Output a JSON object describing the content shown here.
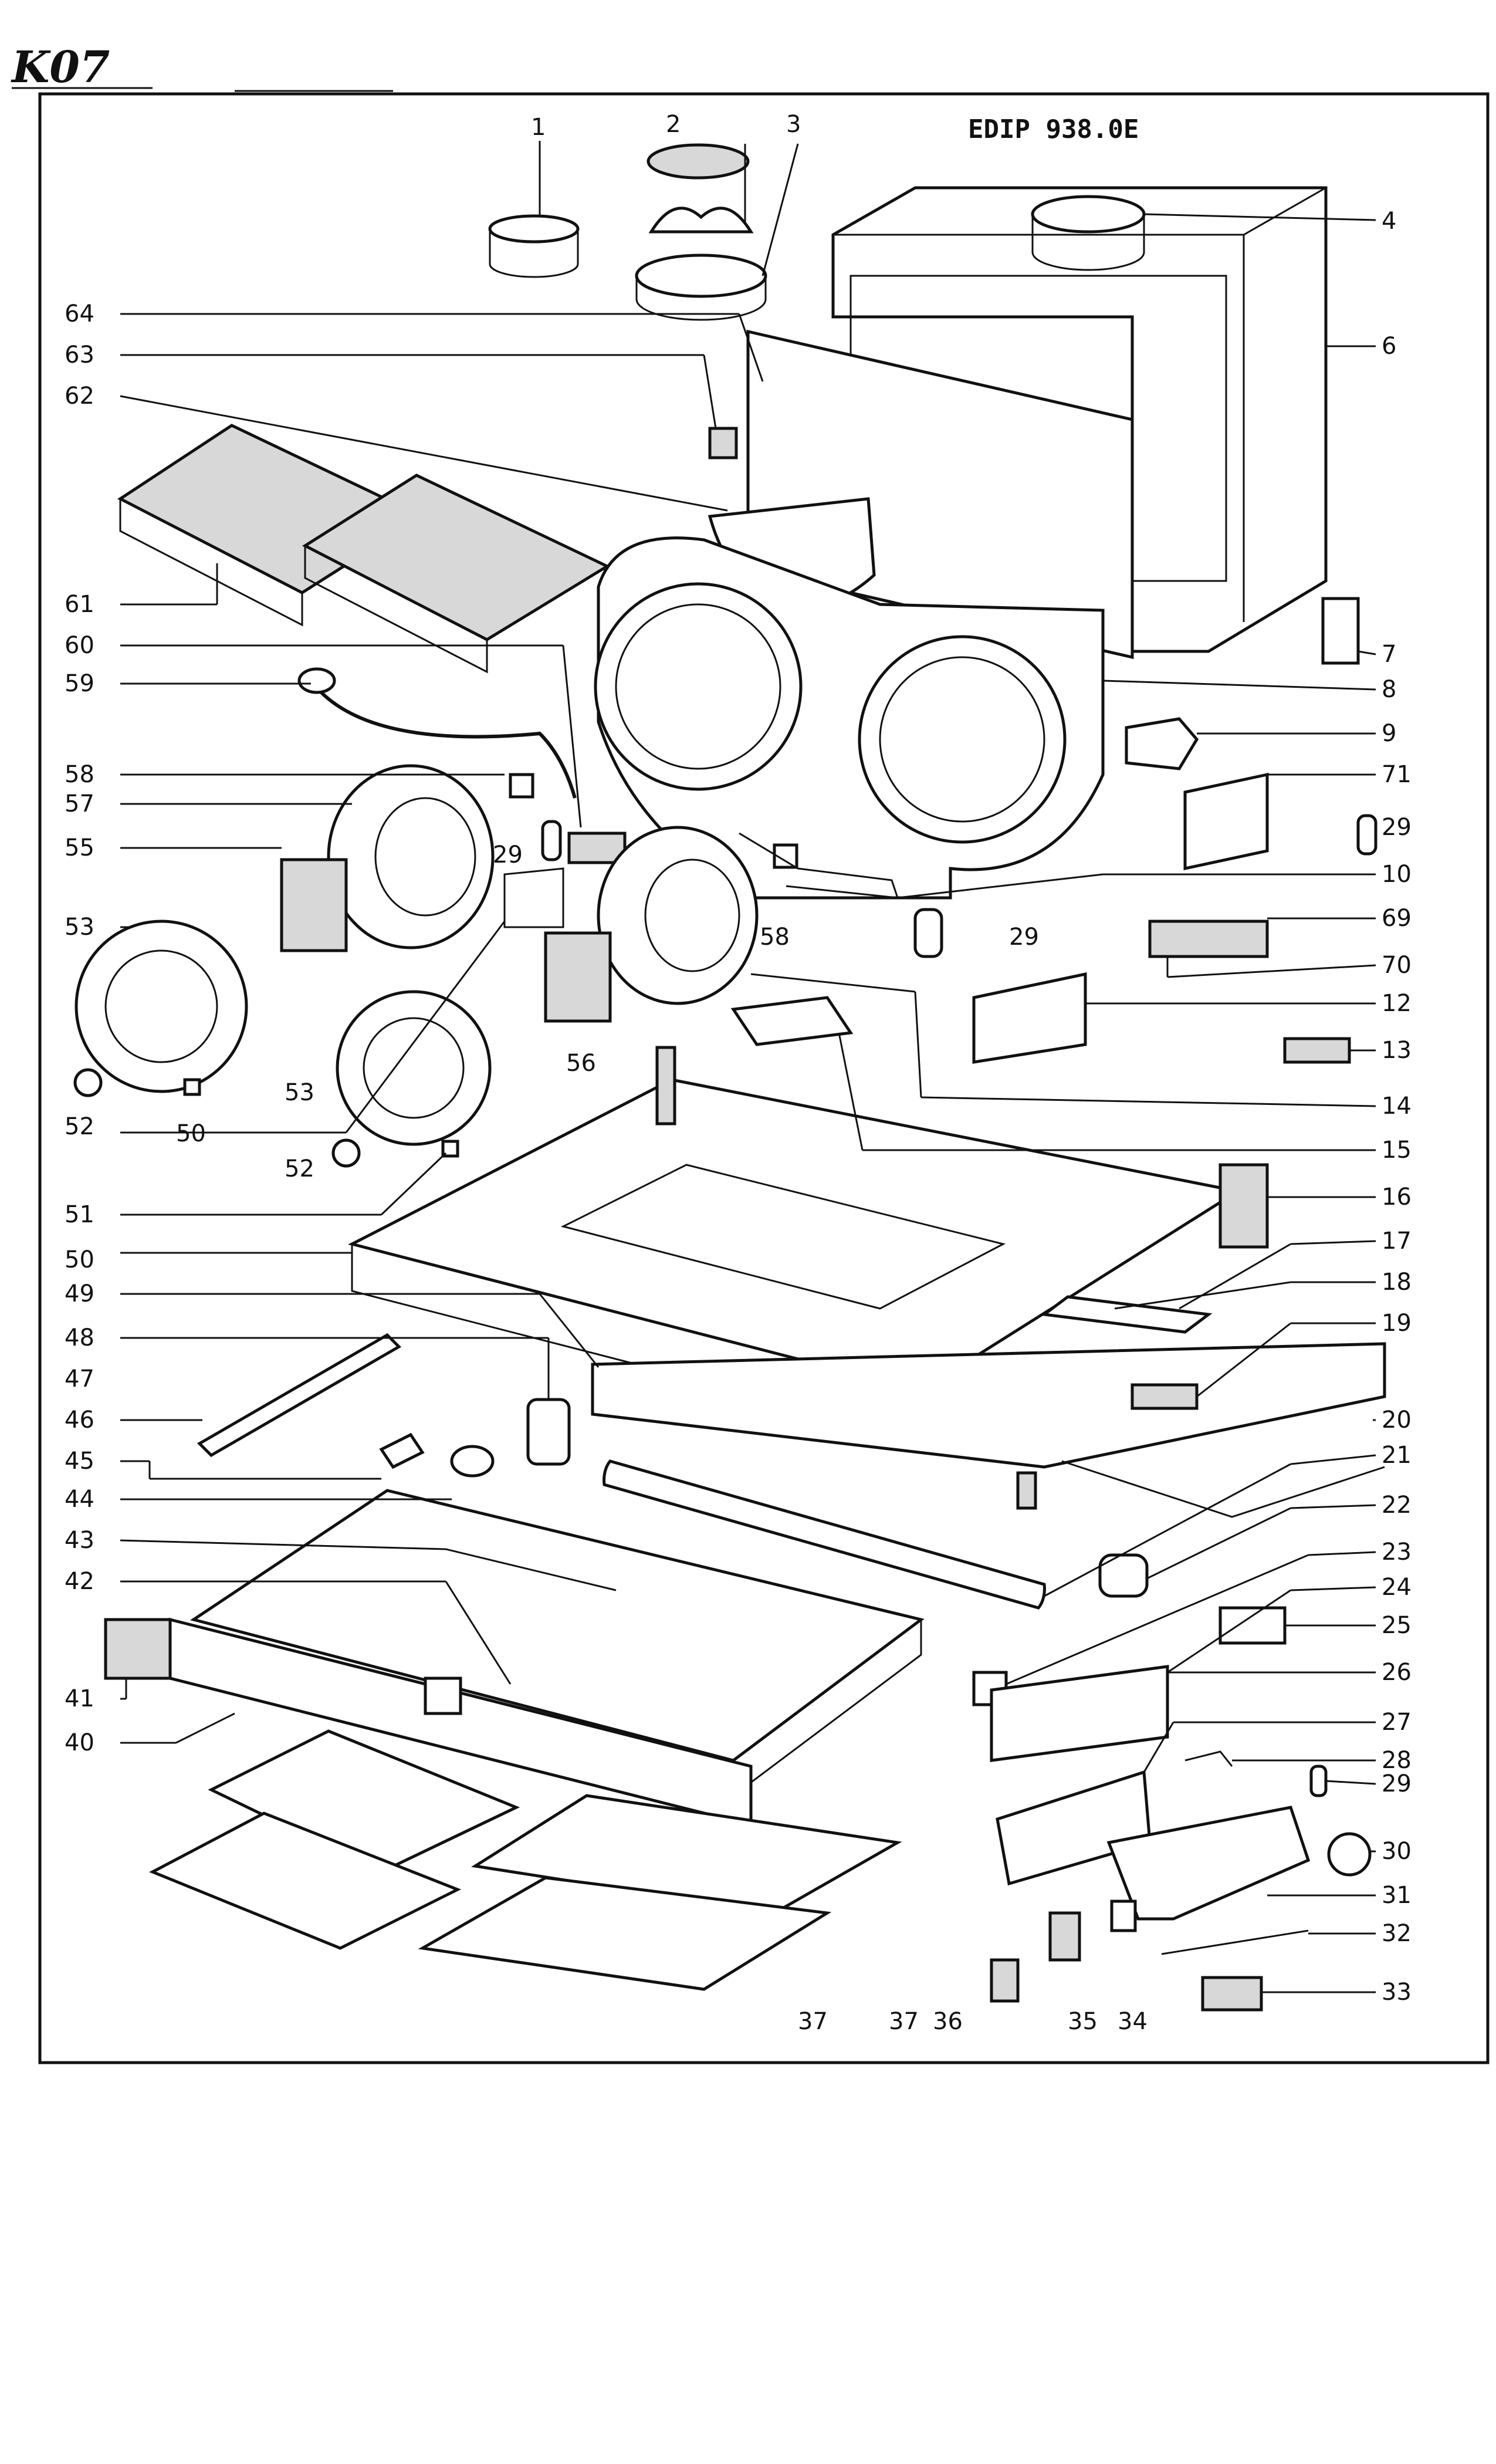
{
  "sheet": {
    "handwritten_mark": "K07",
    "model": "EDIP 938.0E"
  },
  "callouts": {
    "left": [
      "64",
      "63",
      "62",
      "61",
      "60",
      "59",
      "58",
      "57",
      "55",
      "53",
      "52",
      "51",
      "50",
      "49",
      "48",
      "47",
      "46",
      "45",
      "44",
      "43",
      "42",
      "41",
      "40"
    ],
    "right": [
      "4",
      "6",
      "7",
      "8",
      "9",
      "71",
      "29",
      "10",
      "29",
      "69",
      "70",
      "12",
      "13",
      "14",
      "15",
      "16",
      "17",
      "18",
      "19",
      "20",
      "21",
      "22",
      "23",
      "24",
      "25",
      "26",
      "27",
      "28",
      "29",
      "30",
      "31",
      "32",
      "33"
    ],
    "top": [
      "1",
      "2",
      "3"
    ],
    "inner": [
      "29",
      "58",
      "56",
      "53",
      "52",
      "50"
    ],
    "bottom": [
      "37",
      "37",
      "36",
      "35",
      "34"
    ]
  }
}
